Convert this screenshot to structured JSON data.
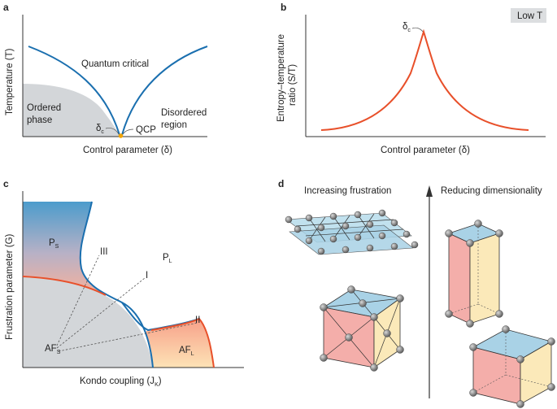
{
  "panels": {
    "a": {
      "letter": "a",
      "y_label": "Temperature (T)",
      "x_label": "Control parameter (δ)",
      "region_critical": "Quantum critical",
      "region_ordered_1": "Ordered",
      "region_ordered_2": "phase",
      "region_disordered_1": "Disordered",
      "region_disordered_2": "region",
      "delta_c": "δ",
      "delta_c_sub": "c",
      "qcp": "QCP"
    },
    "b": {
      "letter": "b",
      "y_label_1": "Entropy–temperature",
      "y_label_2": "ratio (S/T)",
      "x_label": "Control parameter (δ)",
      "badge": "Low T",
      "delta_c": "δ",
      "delta_c_sub": "c"
    },
    "c": {
      "letter": "c",
      "y_label": "Frustration parameter (G)",
      "x_label": "Kondo coupling (J",
      "x_label_sub": "K",
      "x_label_end": ")",
      "ps": "P",
      "ps_sub": "S",
      "pl": "P",
      "pl_sub": "L",
      "afs": "AF",
      "afs_sub": "S",
      "afl": "AF",
      "afl_sub": "L",
      "path_I": "I",
      "path_II": "II",
      "path_III": "III"
    },
    "d": {
      "letter": "d",
      "left_title": "Increasing frustration",
      "right_title": "Reducing dimensionality"
    }
  },
  "colors": {
    "blue_line": "#1a6faf",
    "red_line": "#e8502a",
    "grey_fill": "#d3d6d9",
    "axis": "#333333",
    "face_blue": "#a9d2e6",
    "face_pink": "#f4aeaa",
    "face_yellow": "#fbe9b9"
  }
}
